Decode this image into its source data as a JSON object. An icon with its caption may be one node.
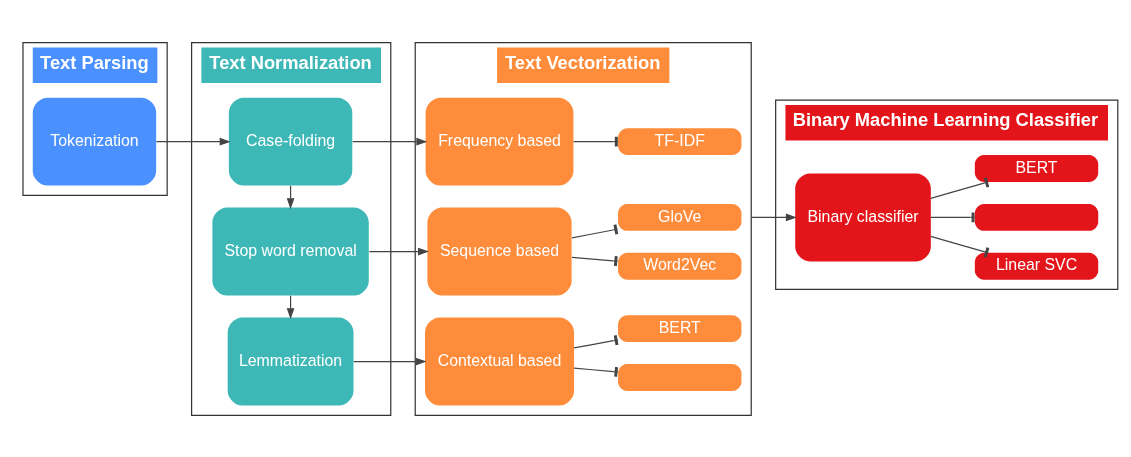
{
  "diagram": {
    "nodes": [
      {
        "text": [
          "Text Parsing"
        ]
      },
      {
        "text": [
          "Tokenization"
        ],
        "in": 0
      },
      {
        "text": [
          "Text Normalization"
        ]
      },
      {
        "text": [
          "Case-folding"
        ],
        "in": 2
      },
      {
        "text": [
          "Stop word removal"
        ],
        "in": 2
      },
      {
        "text": [
          "Lemmatization"
        ],
        "in": 2
      },
      {
        "text": [
          "Text Vectorization"
        ]
      },
      {
        "text": [
          "Frequency based"
        ],
        "in": 6
      },
      {
        "text": [
          "TF-IDF"
        ],
        "in": 6
      },
      {
        "text": [
          "Sequence based"
        ],
        "in": 6
      },
      {
        "text": [
          "Word2Vec"
        ],
        "in": 6
      },
      {
        "text": [
          "GloVe"
        ],
        "in": 6
      },
      {
        "text": [
          "Contextual based"
        ],
        "in": 6
      },
      {
        "text": [],
        "shape": "box",
        "in": 6
      },
      {
        "text": [
          "BERT"
        ],
        "in": 6
      },
      {
        "text": [
          "Binary Machine Learning Classifier"
        ]
      },
      {
        "text": [
          "Binary classifier"
        ],
        "in": 15
      },
      {
        "text": [
          "Linear SVC"
        ],
        "in": 15
      },
      {
        "text": [],
        "shape": "box",
        "in": 15
      },
      {
        "text": [
          "BERT"
        ],
        "in": 15
      }
    ],
    "edges": [
      {
        "from": 1,
        "to": 3,
        "arrow": "to"
      },
      {
        "from": 3,
        "to": 4,
        "arrow": "to"
      },
      {
        "from": 4,
        "to": 5,
        "arrow": "to"
      },
      {
        "from": 3,
        "to": 7,
        "arrow": "to"
      },
      {
        "from": 4,
        "to": 9,
        "arrow": "to"
      },
      {
        "from": 5,
        "to": 12,
        "arrow": "to"
      },
      {
        "from": 7,
        "to": 8,
        "arrow": "other"
      },
      {
        "from": 9,
        "to": 10,
        "arrow": "other"
      },
      {
        "from": 9,
        "to": 11,
        "arrow": "other"
      },
      {
        "from": 12,
        "to": 13,
        "arrow": "other"
      },
      {
        "from": 12,
        "to": 14,
        "arrow": "other"
      },
      {
        "from": 6,
        "to": 16,
        "arrow": "to"
      },
      {
        "from": 16,
        "to": 17,
        "arrow": "other"
      },
      {
        "from": 16,
        "to": 18,
        "arrow": "other"
      },
      {
        "from": 16,
        "to": 19,
        "arrow": "other"
      }
    ]
  }
}
